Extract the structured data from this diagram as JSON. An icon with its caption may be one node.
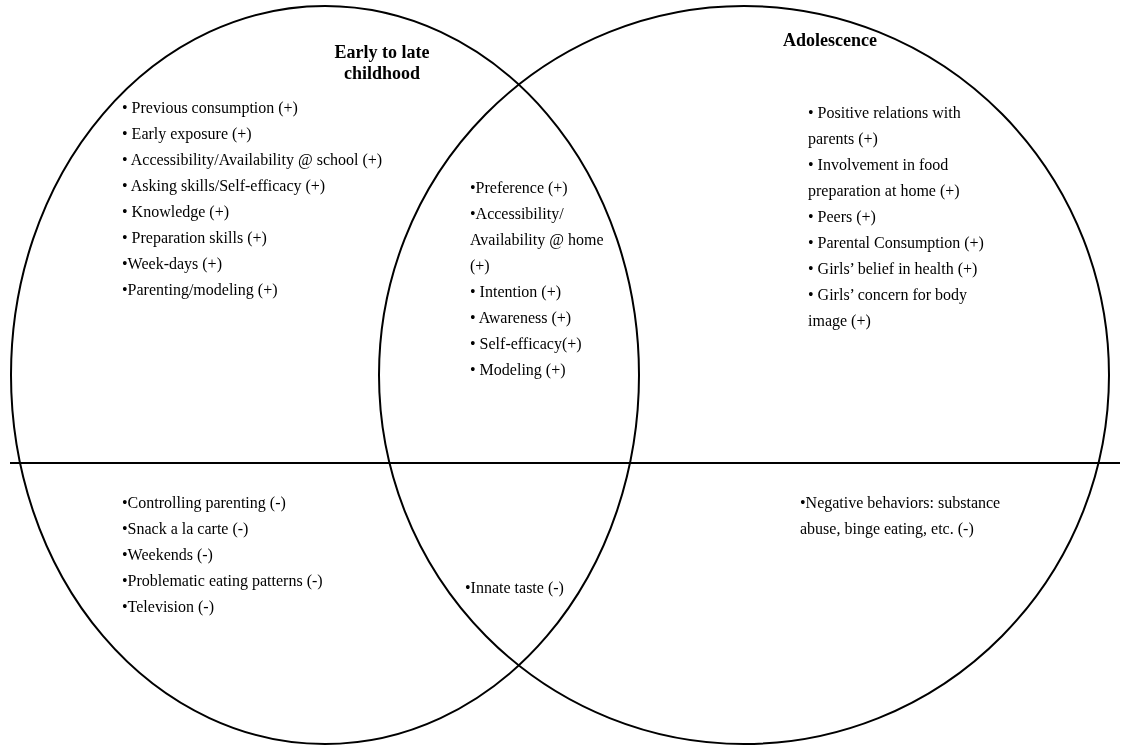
{
  "diagram": {
    "nodes": [
      {
        "text": [
          "Early to late childhood"
        ]
      },
      {
        "text": [
          "Adolescence"
        ]
      }
    ],
    "edges": [],
    "labels": [
      "• Previous consumption (+)",
      "• Early exposure (+)",
      "• Accessibility/Availability @ school (+)",
      "• Asking skills/Self-efficacy (+)",
      "• Knowledge (+)",
      "• Preparation skills (+)",
      "•Week-days (+)",
      "•Parenting/modeling (+)",
      "•Preference (+)",
      "•Accessibility/ Availability @ home (+)",
      "• Intention (+)",
      "• Awareness (+)",
      "• Self-efficacy(+)",
      "• Modeling (+)",
      "• Positive relations with parents (+)",
      "• Involvement in food preparation at home (+)",
      "• Peers (+)",
      "• Parental Consumption (+)",
      "• Girls’ belief in health (+)",
      "• Girls’ concern for body image (+)",
      "•Controlling parenting (-)",
      "•Snack a la carte (-)",
      "•Weekends (-)",
      "•Problematic eating patterns (-)",
      "•Television (-)",
      "•Innate taste (-)",
      "•Negative behaviors: substance abuse, binge eating, etc. (-)"
    ]
  }
}
